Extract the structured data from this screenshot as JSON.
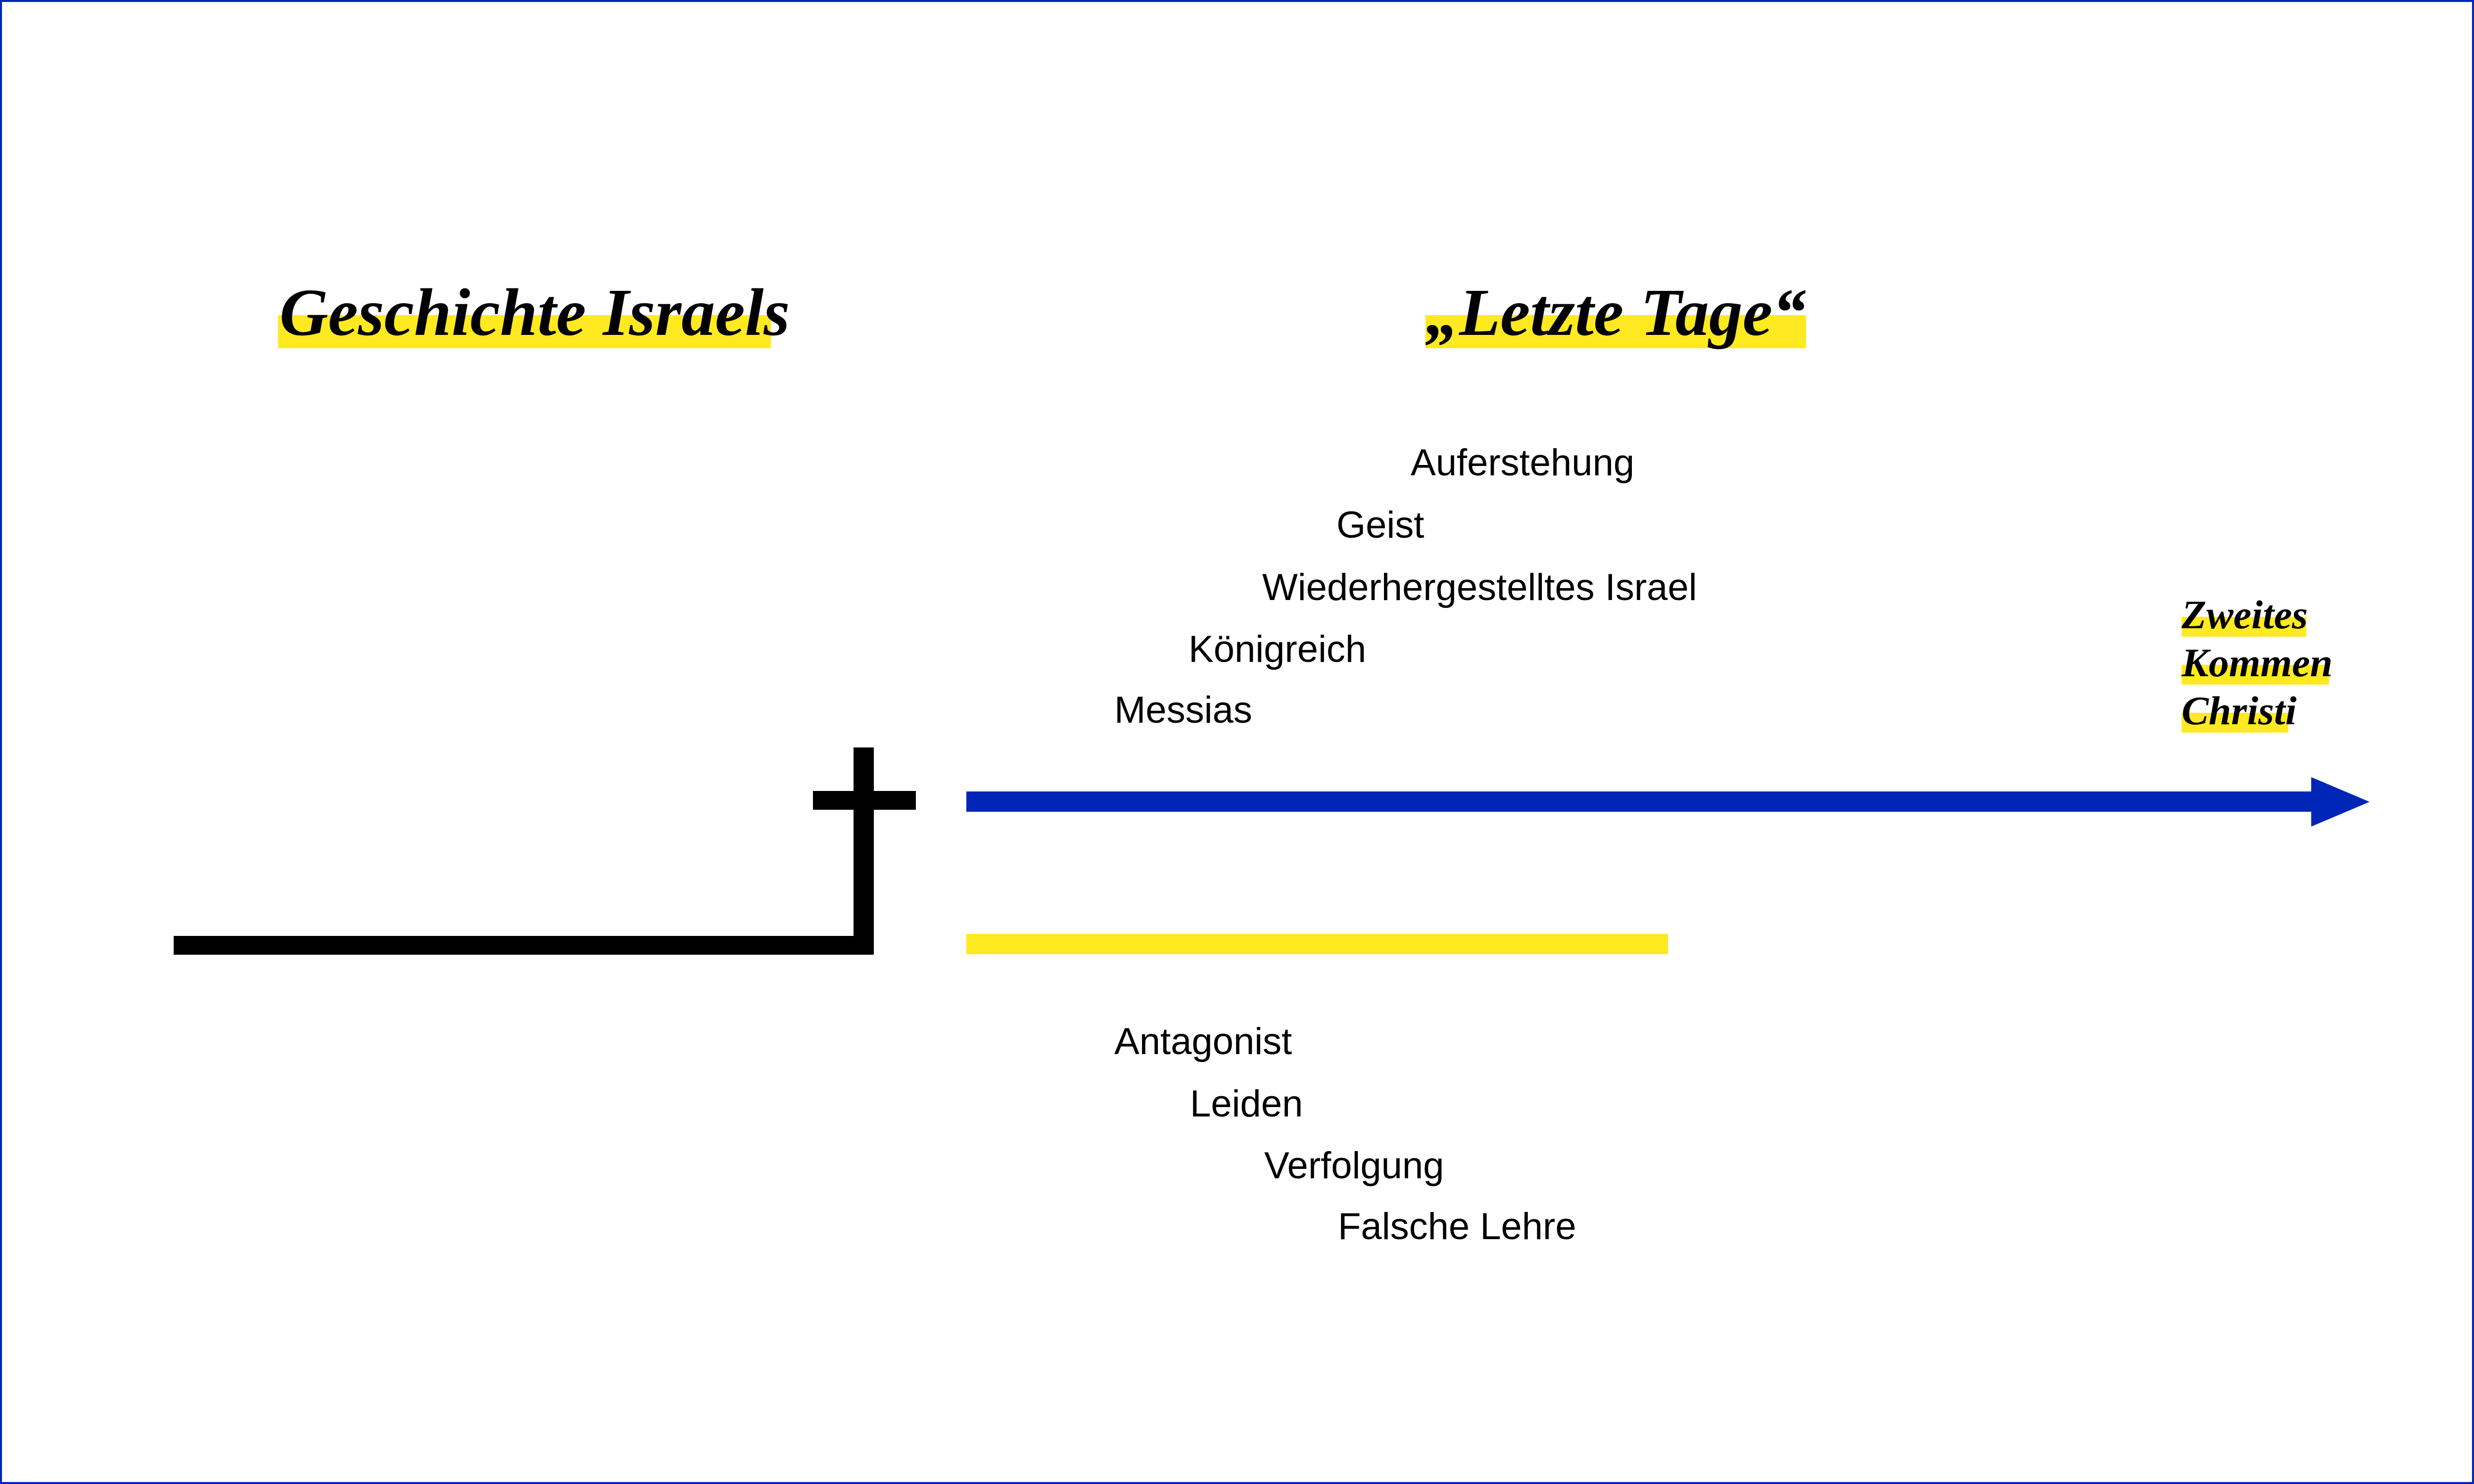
{
  "titles": {
    "left": "Geschichte Israels",
    "right": "„Letzte Tage“"
  },
  "upper_items": [
    "Auferstehung",
    "Geist",
    "Wiederhergestelltes Israel",
    "Königreich",
    "Messias"
  ],
  "lower_items": [
    "Antagonist",
    "Leiden",
    "Verfolgung",
    "Falsche Lehre"
  ],
  "endpoint": {
    "lines": [
      "Zweites",
      "Kommen",
      "Christi"
    ]
  },
  "colors": {
    "highlight": "#ffe920",
    "arrow": "#0026b8",
    "line": "#000000",
    "border": "#0026b8"
  }
}
